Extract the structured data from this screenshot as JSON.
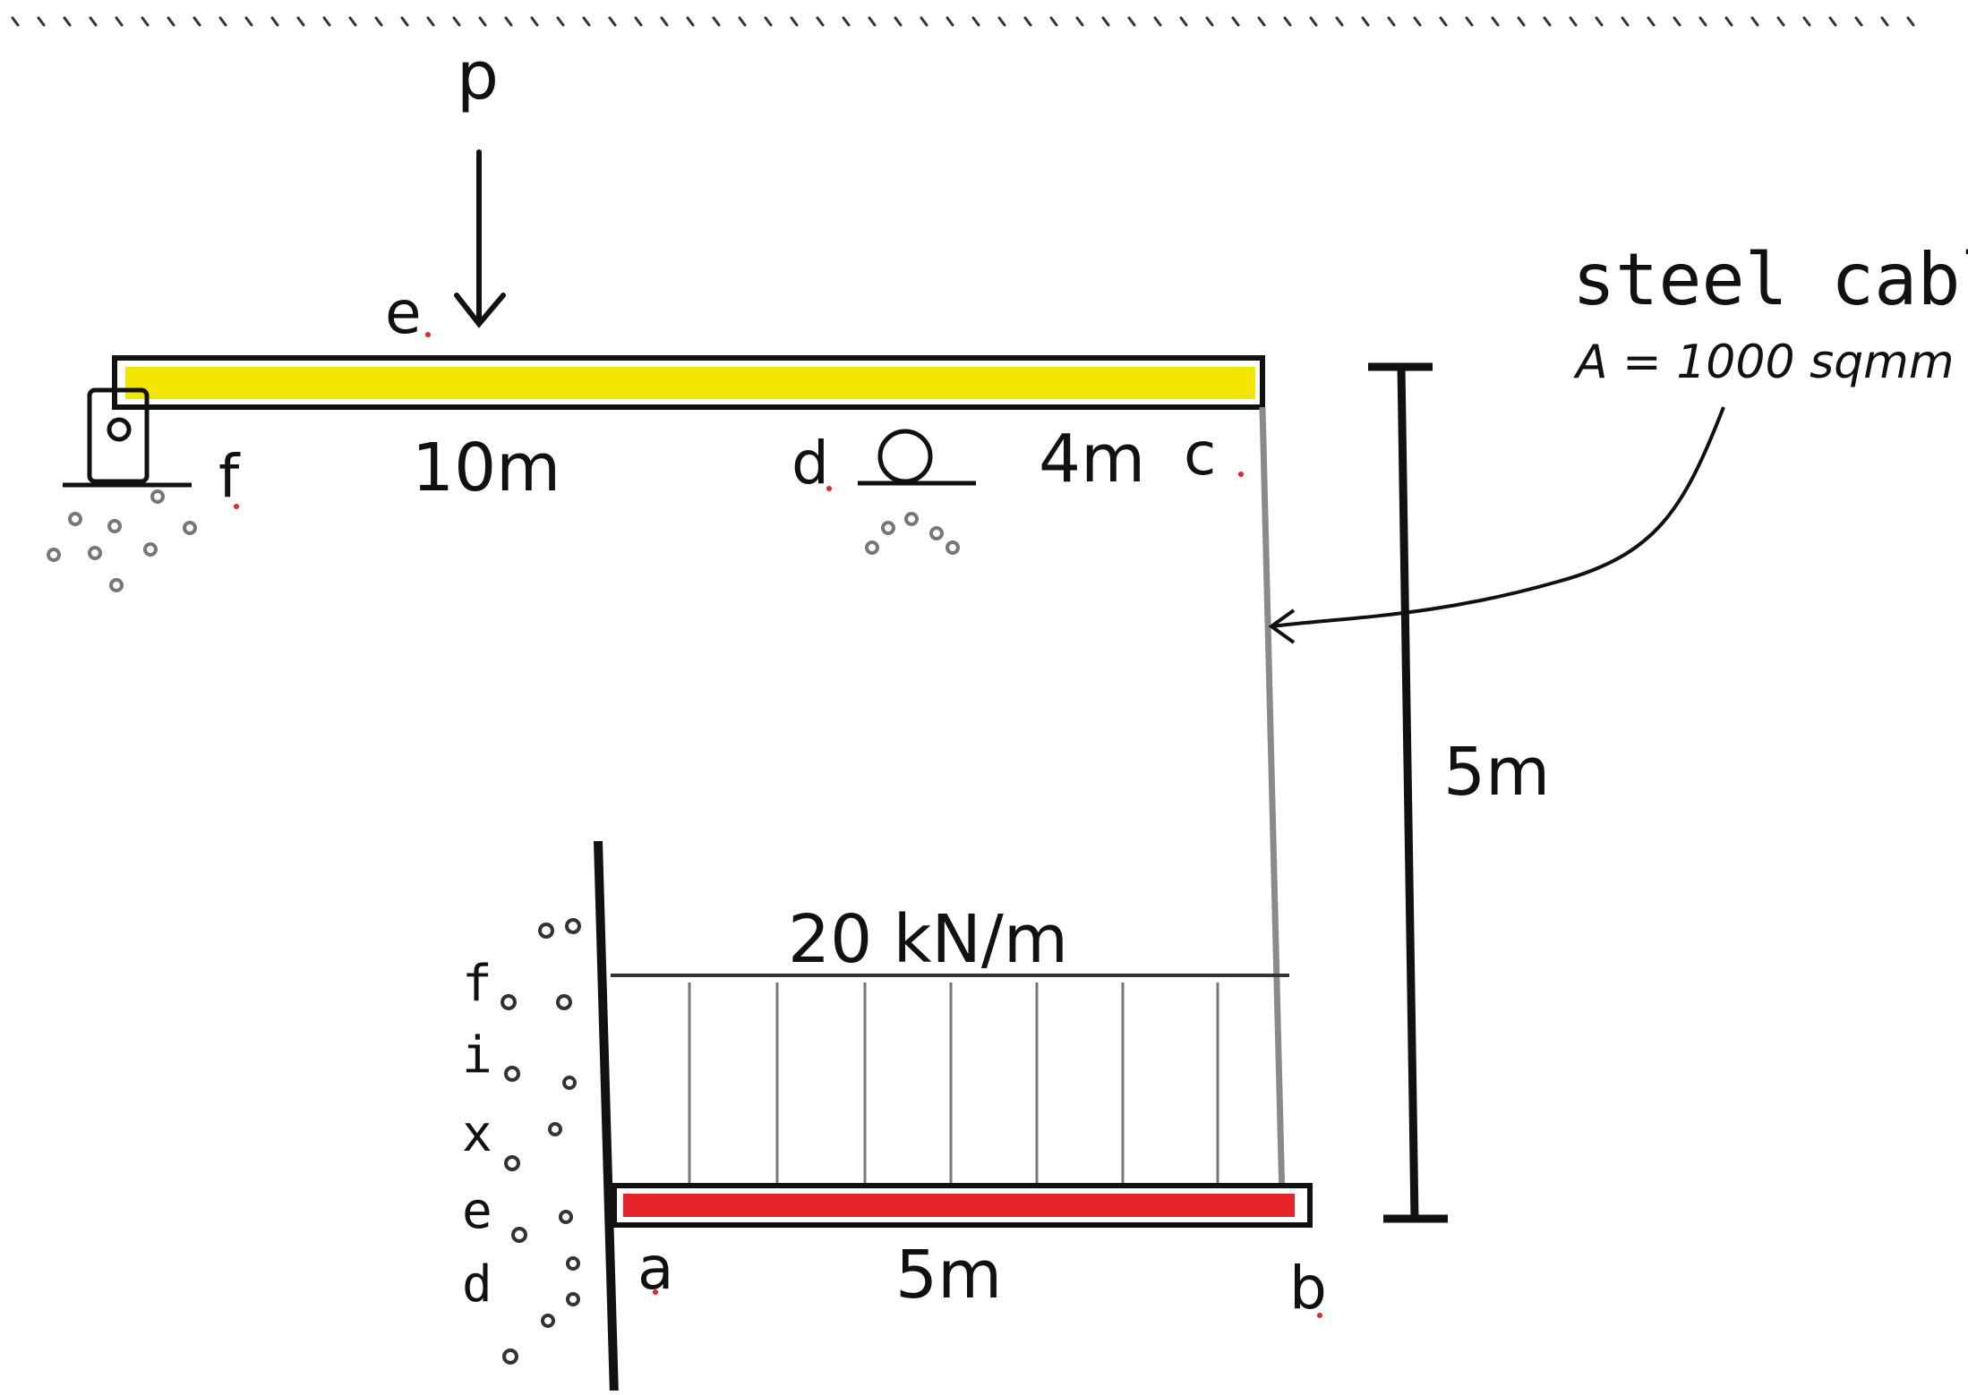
{
  "diagram": {
    "load_label": "p",
    "points": {
      "e": "e",
      "f": "f",
      "d": "d",
      "c": "c",
      "a": "a",
      "b": "b"
    },
    "dimensions": {
      "span_fd": "10m",
      "span_dc": "4m",
      "cable_height": "5m",
      "span_ab": "5m"
    },
    "distributed_load": "20 kN/m",
    "cable": {
      "title": "steel cable",
      "area": "A = 1000 sqmm"
    },
    "support_text": [
      "f",
      "i",
      "x",
      "e",
      "d"
    ],
    "colors": {
      "top_beam_highlight": "#f2e600",
      "bottom_beam_highlight": "#e8232a",
      "ink": "#111111",
      "cable": "#8a8a8a",
      "marker": "#e8232a"
    }
  }
}
